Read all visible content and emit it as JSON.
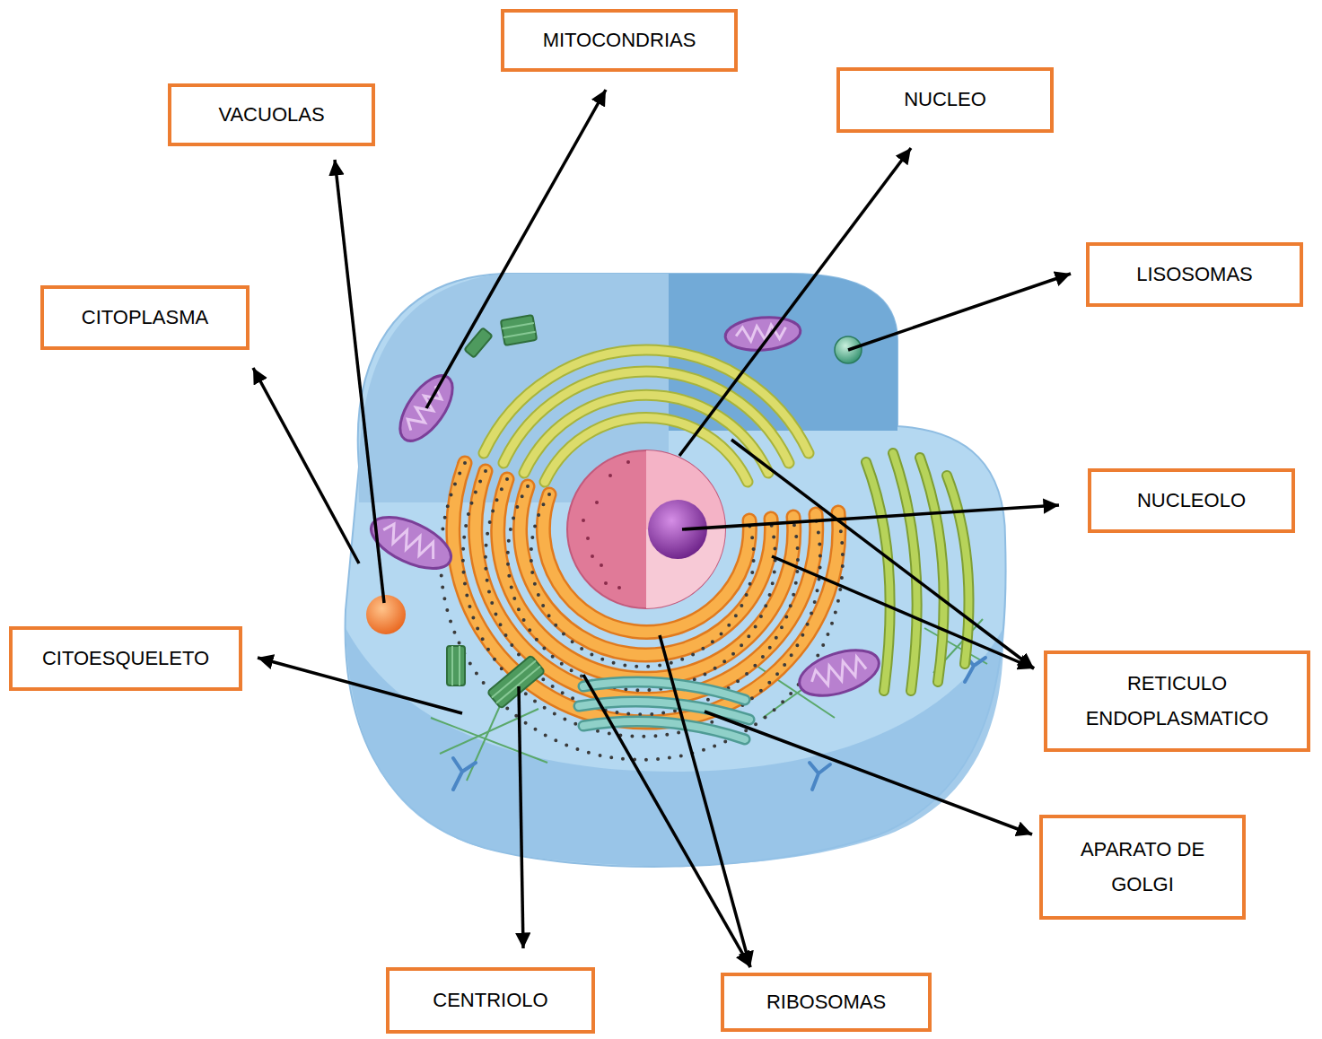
{
  "diagram": {
    "nodes": [
      {
        "text": [
          "MITOCONDRIAS"
        ]
      },
      {
        "text": [
          "NUCLEO"
        ]
      },
      {
        "text": [
          "VACUOLAS"
        ]
      },
      {
        "text": [
          "LISOSOMAS"
        ]
      },
      {
        "text": [
          "CITOPLASMA"
        ]
      },
      {
        "text": [
          "NUCLEOLO"
        ]
      },
      {
        "text": [
          "CITOESQUELETO"
        ]
      },
      {
        "text": [
          "RETICULO ENDOPLASMATICO"
        ]
      },
      {
        "text": [
          "APARATO DE GOLGI"
        ]
      },
      {
        "text": [
          "CENTRIOLO"
        ]
      },
      {
        "text": [
          "RIBOSOMAS"
        ]
      }
    ]
  }
}
